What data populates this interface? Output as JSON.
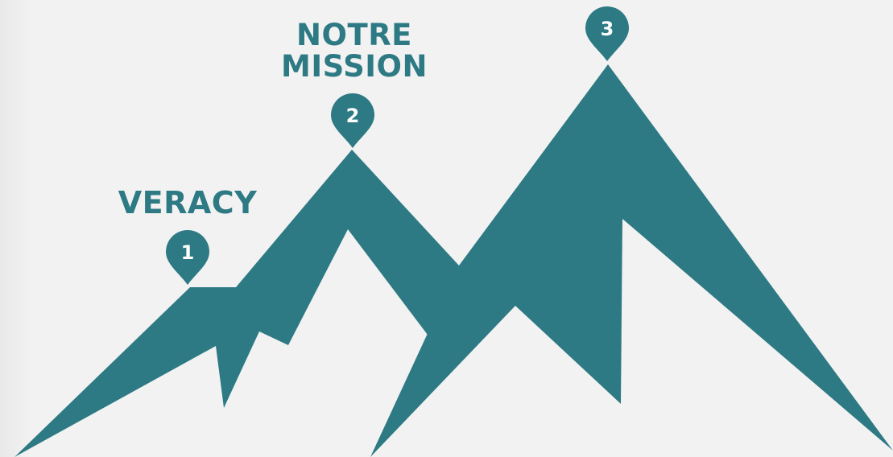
{
  "colors": {
    "mountain": "#2d7a84",
    "pin": "#2d7a84",
    "pin_text": "#ffffff",
    "label": "#2d7a84",
    "background": "#f1f1f1"
  },
  "steps": [
    {
      "number": "1",
      "label_lines": [
        "VERACY"
      ]
    },
    {
      "number": "2",
      "label_lines": [
        "NOTRE",
        "MISSION"
      ]
    },
    {
      "number": "3",
      "label_lines": []
    }
  ]
}
